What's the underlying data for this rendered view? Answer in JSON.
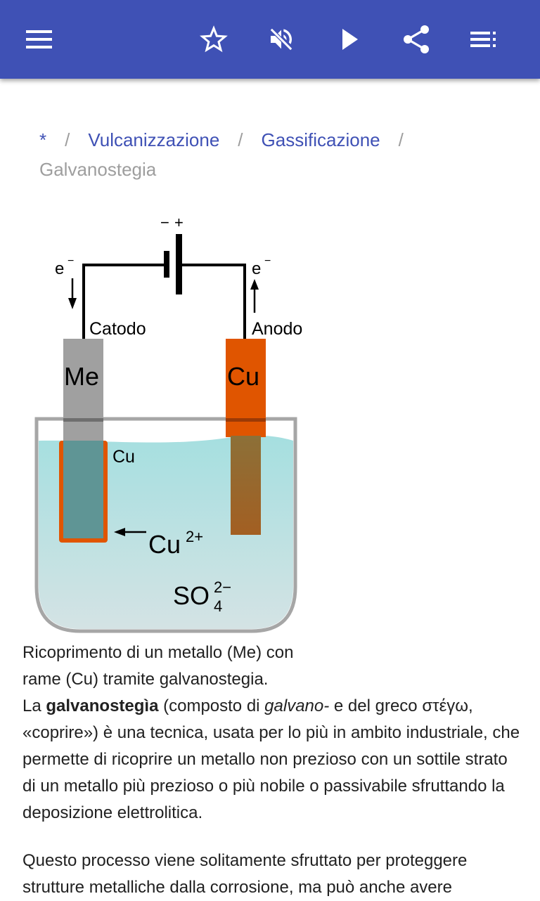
{
  "appbar": {
    "background_color": "#3f51b5",
    "icons": [
      {
        "name": "menu-icon",
        "label": "Menu"
      },
      {
        "name": "star-icon",
        "label": "Favorite"
      },
      {
        "name": "volume-off-icon",
        "label": "Mute"
      },
      {
        "name": "play-icon",
        "label": "Play"
      },
      {
        "name": "share-icon",
        "label": "Share"
      },
      {
        "name": "toc-icon",
        "label": "Contents"
      }
    ]
  },
  "breadcrumb": {
    "items": [
      "*",
      "Vulcanizzazione",
      "Gassificazione"
    ],
    "separator": "/",
    "current": "Galvanostegia",
    "link_color": "#3f51b5",
    "muted_color": "#9e9e9e"
  },
  "figure": {
    "battery_minus": "−",
    "battery_plus": "+",
    "electron_left": "e",
    "electron_right": "e",
    "electron_charge": "−",
    "cathode_label": "Catodo",
    "anode_label": "Anodo",
    "cathode_metal": "Me",
    "anode_metal": "Cu",
    "coating_label": "Cu",
    "cation_base": "Cu",
    "cation_charge": "2+",
    "anion_base": "SO",
    "anion_sub": "4",
    "anion_charge": "2−",
    "colors": {
      "cathode": "#a0a0a0",
      "anode": "#e05500",
      "solution": "#a5dfe0",
      "vessel": "#a6a6a6"
    }
  },
  "caption": {
    "line1": "Ricoprimento di un metallo (Me) con",
    "line2": "rame (Cu) tramite galvanostegia."
  },
  "article": {
    "p1_prefix": "La ",
    "p1_bold": "galvanostegìa",
    "p1_mid": " (composto di ",
    "p1_italic": "galvano-",
    "p1_rest": " e del greco στέγω, «coprire») è una tecnica, usata per lo più in ambito industriale, che permette di ricoprire un metallo non prezioso con un sottile strato di un metallo più prezioso o più nobile o passivabile sfruttando la deposizione elettrolitica.",
    "p2": "Questo processo viene solitamente sfruttato per proteggere strutture metalliche dalla corrosione, ma può anche avere"
  }
}
